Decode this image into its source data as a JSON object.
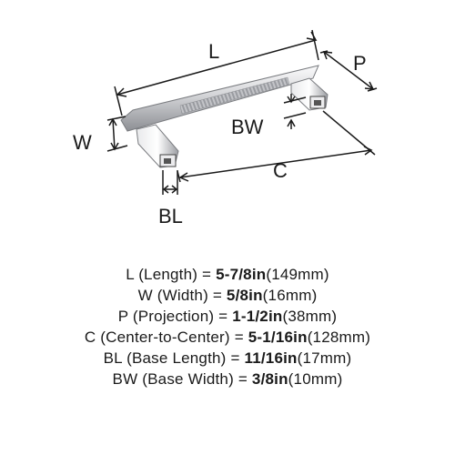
{
  "diagram": {
    "labels": {
      "length": "L",
      "width": "W",
      "projection": "P",
      "base_width": "BW",
      "center_to_center": "C",
      "base_length": "BL"
    }
  },
  "specs": [
    {
      "abbr": "L",
      "name": "(Length)",
      "value": "5-7/8in",
      "metric": "(149mm)"
    },
    {
      "abbr": "W",
      "name": "(Width)",
      "value": "5/8in",
      "metric": "(16mm)"
    },
    {
      "abbr": "P",
      "name": "(Projection)",
      "value": "1-1/2in",
      "metric": "(38mm)"
    },
    {
      "abbr": "C",
      "name": "(Center-to-Center)",
      "value": "5-1/16in",
      "metric": "(128mm)"
    },
    {
      "abbr": "BL",
      "name": "(Base Length)",
      "value": "11/16in",
      "metric": "(17mm)"
    },
    {
      "abbr": "BW",
      "name": "(Base Width)",
      "value": "3/8in",
      "metric": "(10mm)"
    }
  ],
  "colors": {
    "line": "#1a1a1a",
    "metal_light": "#f4f4f6",
    "metal_mid": "#c9cacd",
    "metal_dark": "#8d8f94"
  }
}
